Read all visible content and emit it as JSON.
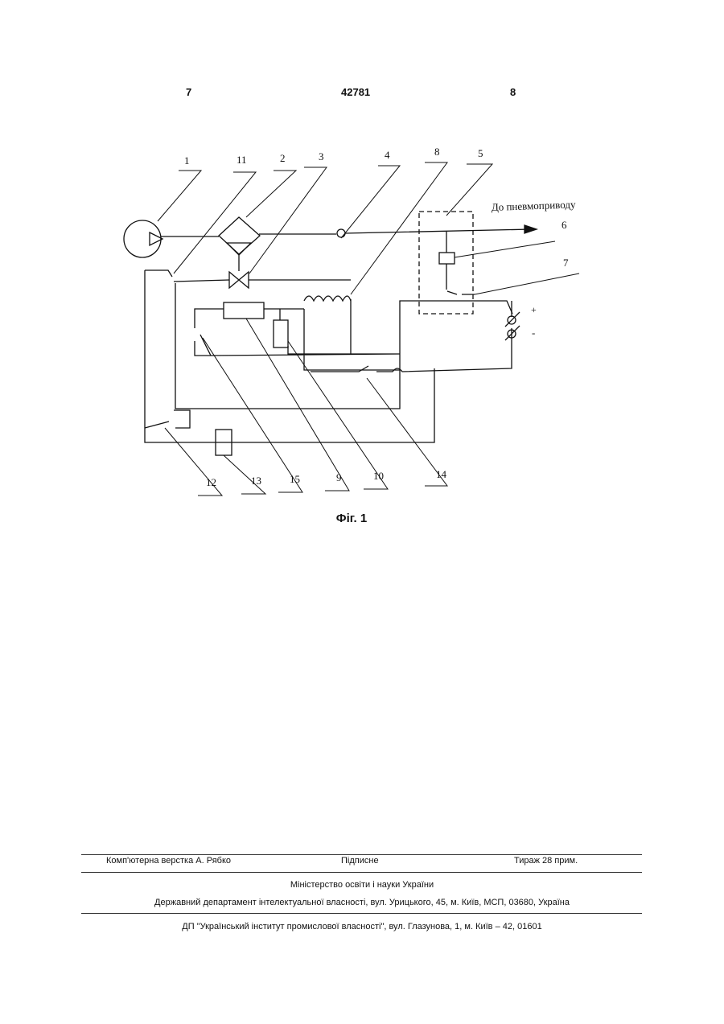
{
  "header": {
    "page_left": "7",
    "doc_number": "42781",
    "page_right": "8"
  },
  "figure": {
    "caption": "Фіг. 1",
    "flow_label": "До пневмоприводу",
    "labels": [
      "1",
      "11",
      "2",
      "3",
      "4",
      "8",
      "5",
      "6",
      "7",
      "12",
      "13",
      "15",
      "9",
      "10",
      "14"
    ],
    "polarity": {
      "plus": "+",
      "minus": "-"
    }
  },
  "footer": {
    "typesetting": "Комп'ютерна верстка А. Рябко",
    "signed": "Підписне",
    "circulation": "Тираж 28 прим.",
    "ministry": "Міністерство освіти і науки України",
    "department": "Державний департамент інтелектуальної власності, вул. Урицького, 45, м. Київ, МСП, 03680, Україна",
    "institute": "ДП \"Український інститут промислової власності\", вул. Глазунова, 1, м. Київ – 42, 01601"
  }
}
